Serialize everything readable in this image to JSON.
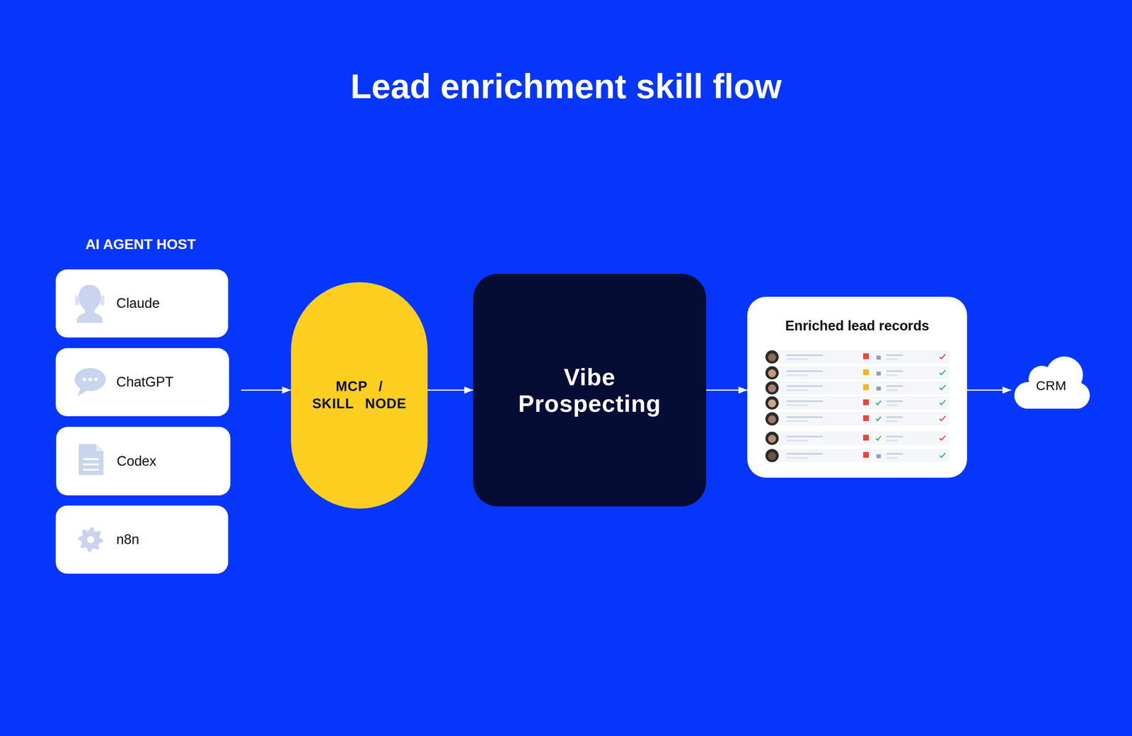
{
  "diagram": {
    "title": "Lead enrichment skill flow",
    "nodes": [
      {
        "text": [
          "Claude"
        ]
      },
      {
        "text": [
          "ChatGPT"
        ]
      },
      {
        "text": [
          "Codex"
        ]
      },
      {
        "text": [
          "n8n"
        ]
      },
      {
        "text": [
          "MCP / SKILL NODE"
        ]
      },
      {
        "text": [
          "Vibe Prospecting"
        ]
      },
      {
        "text": [
          "Enriched lead records"
        ]
      },
      {
        "text": [
          "CRM"
        ]
      }
    ],
    "edges": [
      {
        "from": 1,
        "to": 4,
        "arrow": "to"
      },
      {
        "from": 4,
        "to": 5,
        "arrow": "to"
      },
      {
        "from": 5,
        "to": 6,
        "arrow": "to"
      },
      {
        "from": 6,
        "to": 7,
        "arrow": "to"
      }
    ],
    "labels": [
      "AI AGENT HOST"
    ]
  }
}
